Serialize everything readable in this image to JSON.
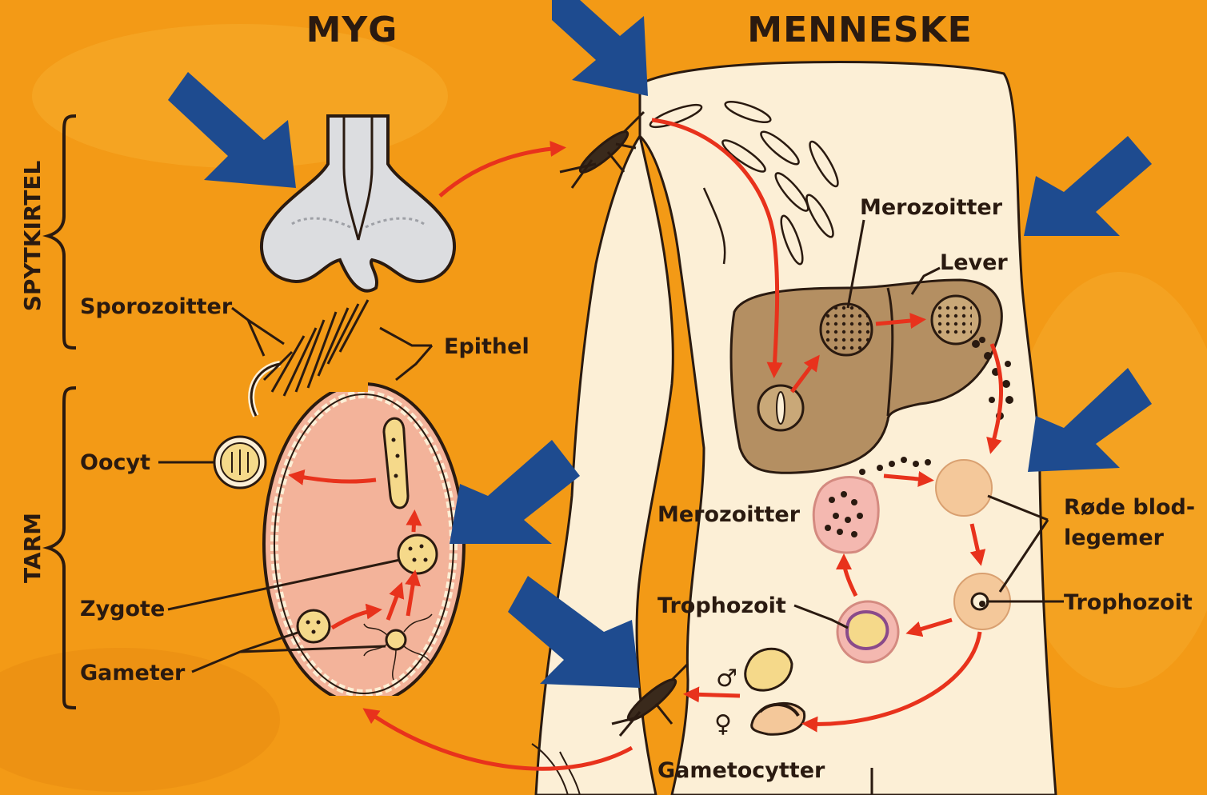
{
  "headers": {
    "mosquito": "MYG",
    "human": "MENNESKE"
  },
  "side_labels": {
    "salivary_gland": "SPYTKIRTEL",
    "gut": "TARM"
  },
  "labels": {
    "sporozoites": "Sporozoitter",
    "epithelium": "Epithel",
    "oocyst": "Oocyt",
    "zygote": "Zygote",
    "gametes": "Gameter",
    "merozoites_liver": "Merozoitter",
    "liver": "Lever",
    "merozoites_blood": "Merozoitter",
    "rbc_line1": "Røde blod-",
    "rbc_line2": "legemer",
    "trophozoite_left": "Trophozoit",
    "trophozoite_right": "Trophozoit",
    "gametocytes": "Gametocytter"
  },
  "symbols": {
    "male": "♂",
    "female": "♀"
  },
  "colors": {
    "background": "#f39a16",
    "body": "#fcefd6",
    "arrow_pointer": "#1e4b8f",
    "cycle_arrow": "#e8321c",
    "gut": "#f3b39a",
    "liver": "#b48f62"
  },
  "icons": [
    "pointer-arrow-icon",
    "mosquito-icon",
    "cycle-arrow-icon"
  ]
}
